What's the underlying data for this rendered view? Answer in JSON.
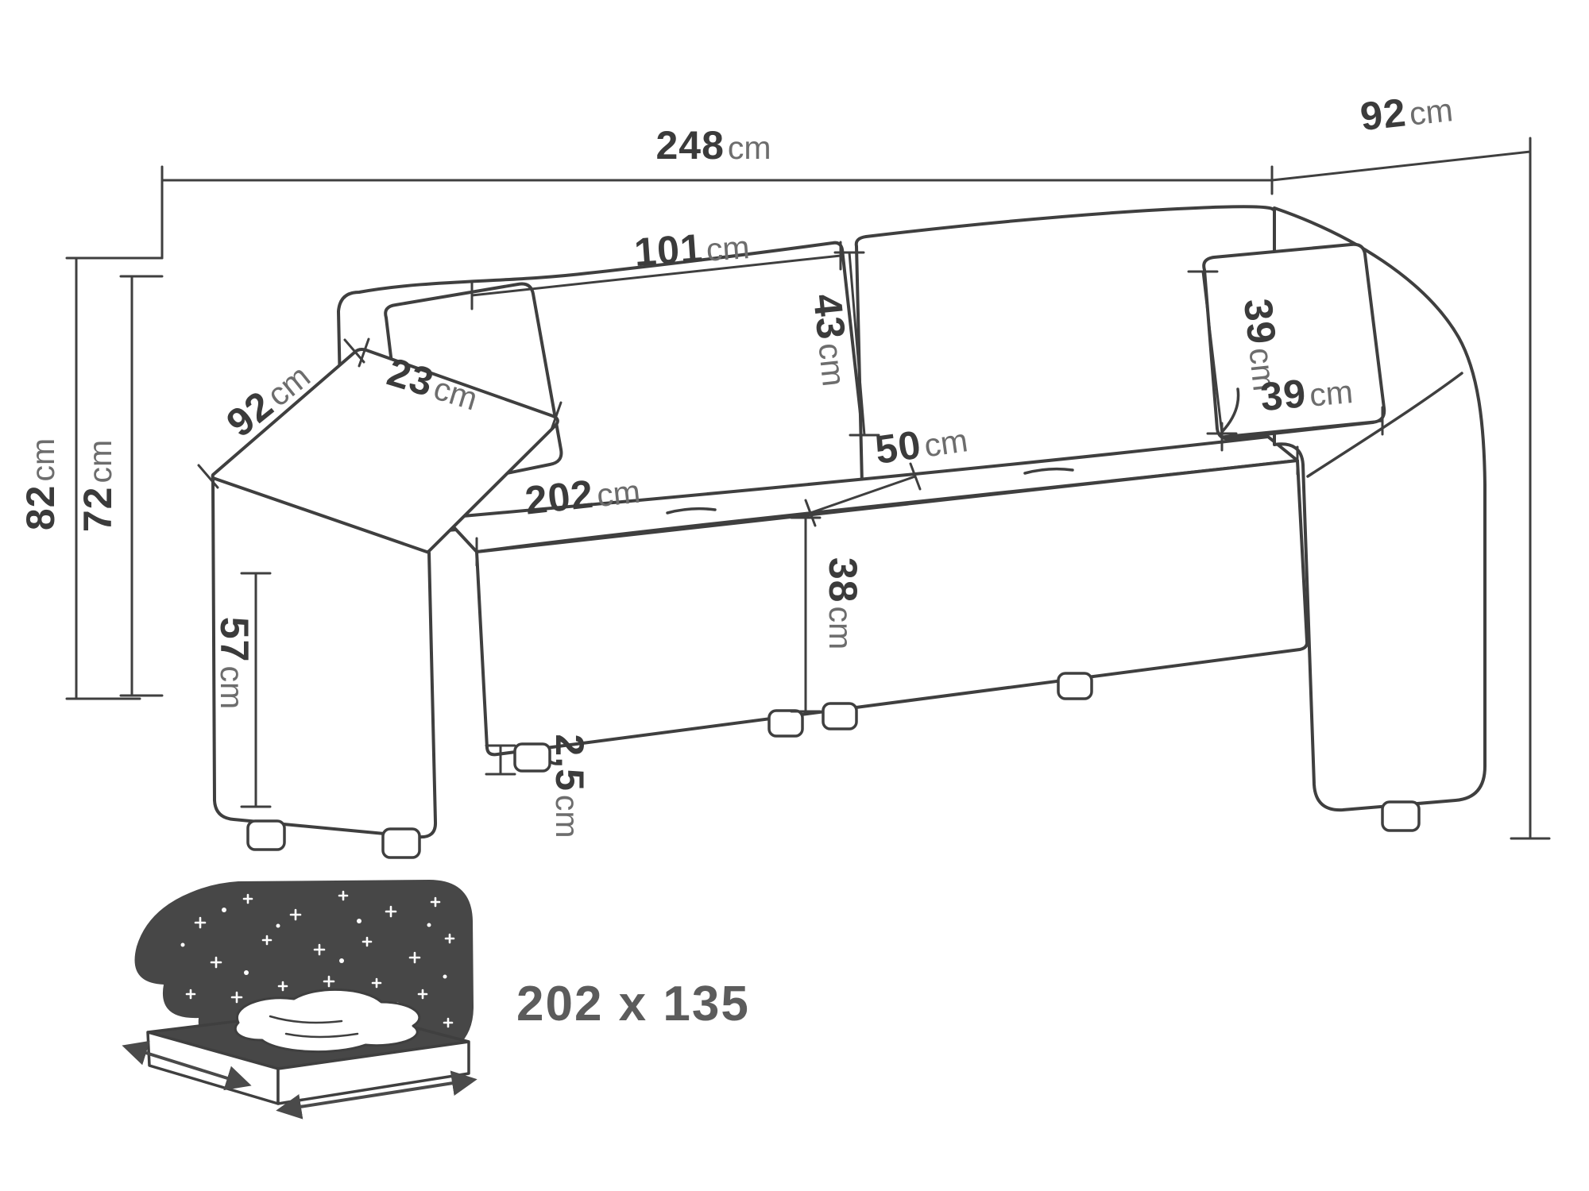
{
  "diagram_title": "sofa-dimensions-diagram",
  "colors": {
    "line": "#3f3f3f",
    "number_text": "#3b3b3b",
    "unit_text": "#6d6d6d",
    "icon_fill": "#474747"
  },
  "dimensions": {
    "overall_width": {
      "value": "248",
      "unit": "cm"
    },
    "overall_depth": {
      "value": "92",
      "unit": "cm"
    },
    "overall_height": {
      "value": "82",
      "unit": "cm"
    },
    "arm_height": {
      "value": "72",
      "unit": "cm"
    },
    "backrest_width": {
      "value": "101",
      "unit": "cm"
    },
    "backrest_height": {
      "value": "43",
      "unit": "cm"
    },
    "armrest_depth": {
      "value": "92",
      "unit": "cm"
    },
    "armrest_width": {
      "value": "23",
      "unit": "cm"
    },
    "pillow_height": {
      "value": "39",
      "unit": "cm"
    },
    "pillow_width": {
      "value": "39",
      "unit": "cm"
    },
    "seat_depth": {
      "value": "50",
      "unit": "cm"
    },
    "seat_width": {
      "value": "202",
      "unit": "cm"
    },
    "armrest_front_height": {
      "value": "57",
      "unit": "cm"
    },
    "seat_height": {
      "value": "38",
      "unit": "cm"
    },
    "leg_height": {
      "value": "2,5",
      "unit": "cm"
    }
  },
  "sleeping_area": {
    "label": "202 x 135"
  }
}
